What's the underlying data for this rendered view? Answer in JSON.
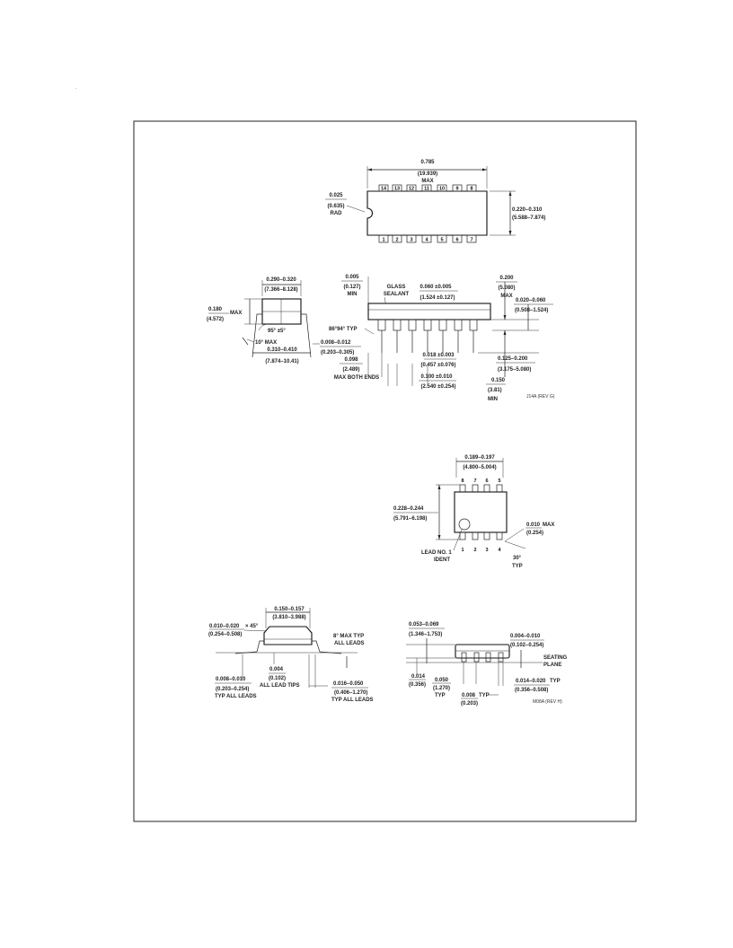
{
  "corner_mark": ".",
  "dip": {
    "top_view": {
      "overall_length": "0.785",
      "overall_length_mm": "(19.939)",
      "overall_length_note": "MAX",
      "notch_radius": "0.025",
      "notch_radius_mm": "(0.635)",
      "notch_note": "RAD",
      "body_width": "0.220–0.310",
      "body_width_mm": "(5.588–7.874)",
      "pins_top": [
        "14",
        "13",
        "12",
        "11",
        "10",
        "9",
        "8"
      ],
      "pins_bottom": [
        "1",
        "2",
        "3",
        "4",
        "5",
        "6",
        "7"
      ]
    },
    "end_view": {
      "row_spacing": "0.290–0.320",
      "row_spacing_mm": "(7.366–8.128)",
      "height": "0.180",
      "height_mm": "(4.572)",
      "height_note": "MAX",
      "lead_angle": "95° ±5°",
      "flare_angle": "10° MAX",
      "lead_thickness": "0.008–0.012",
      "lead_thickness_mm": "(0.203–0.305)",
      "lead_span": "0.310–0.410",
      "lead_span_mm": "(7.874–10.41)"
    },
    "side_view": {
      "standoff": "0.005",
      "standoff_mm": "(0.127)",
      "standoff_note": "MIN",
      "glass_line1": "GLASS",
      "glass_line2": "SEALANT",
      "shoulder": "0.060 ±0.005",
      "shoulder_mm": "(1.524 ±0.127)",
      "seat_height": "0.200",
      "seat_height_mm": "(5.080)",
      "seat_height_note": "MAX",
      "lead_width_upper": "0.020–0.060",
      "lead_width_upper_mm": "(0.508–1.524)",
      "lead_angle_typ": "86°94° TYP",
      "lead_width": "0.018 ±0.003",
      "lead_width_mm": "(0.457 ±0.076)",
      "end_spacing": "0.098",
      "end_spacing_mm": "(2.489)",
      "end_spacing_note": "MAX BOTH ENDS",
      "pitch": "0.100 ±0.010",
      "pitch_mm": "(2.540 ±0.254)",
      "lead_length": "0.125–0.200",
      "lead_length_mm": "(3.175–5.080)",
      "lead_min": "0.150",
      "lead_min_mm": "(3.81)",
      "lead_min_note": "MIN",
      "drawing_code": "J14A (REV G)"
    }
  },
  "soic": {
    "top_view": {
      "body_length": "0.189–0.197",
      "body_length_mm": "(4.800–5.004)",
      "lead_span": "0.228–0.244",
      "lead_span_mm": "(5.791–6.198)",
      "lead_width": "0.010",
      "lead_width_note": "MAX",
      "lead_width_mm": "(0.254)",
      "angle": "30°",
      "angle_note": "TYP",
      "pin1_line1": "LEAD NO. 1",
      "pin1_line2": "IDENT",
      "pins_top": [
        "8",
        "7",
        "6",
        "5"
      ],
      "pins_bottom": [
        "1",
        "2",
        "3",
        "4"
      ]
    },
    "end_view": {
      "body_width": "0.150–0.157",
      "body_width_mm": "(3.810–3.988)",
      "chamfer": "0.010–0.020",
      "chamfer_suffix": "× 45°",
      "chamfer_mm": "(0.254–0.508)",
      "lead_angle_line1": "8° MAX TYP",
      "lead_angle_line2": "ALL LEADS",
      "coplanarity": "0.004",
      "coplanarity_mm": "(0.102)",
      "coplanarity_note": "ALL LEAD TIPS",
      "lead_thk": "0.008–0.010",
      "lead_thk_mm": "(0.203–0.254)",
      "lead_thk_note": "TYP ALL LEADS",
      "foot_length": "0.016–0.050",
      "foot_length_mm": "(0.406–1.270)",
      "foot_length_note": "TYP ALL LEADS"
    },
    "side_view": {
      "height": "0.053–0.069",
      "height_mm": "(1.346–1.753)",
      "standoff": "0.004–0.010",
      "standoff_mm": "(0.102–0.254)",
      "seating_line1": "SEATING",
      "seating_line2": "PLANE",
      "pin_rel": "0.014",
      "pin_rel_mm": "(0.356)",
      "pitch": "0.050",
      "pitch_mm": "(1.270)",
      "pitch_note": "TYP",
      "lead_width": "0.014–0.020",
      "lead_width_note": "TYP",
      "lead_width_mm": "(0.356–0.508)",
      "foot": "0.008",
      "foot_note": "TYP",
      "foot_mm": "(0.203)",
      "drawing_code": "M08A (REV H)"
    }
  }
}
